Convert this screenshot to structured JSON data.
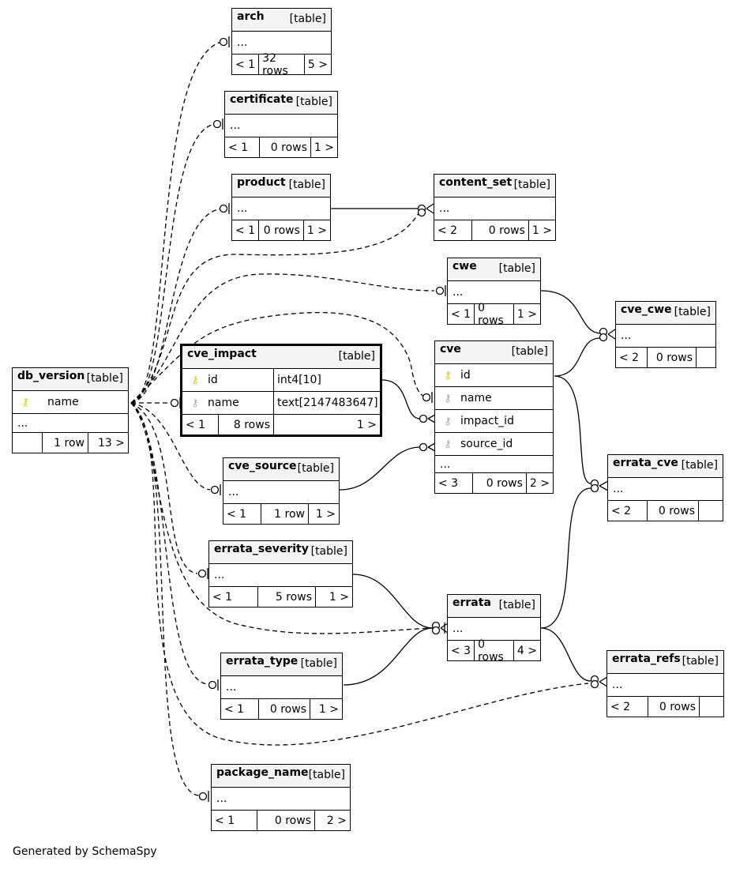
{
  "credit": "Generated by SchemaSpy",
  "tables": {
    "arch": {
      "name": "arch",
      "kind": "[table]",
      "ellipsis": "...",
      "left": "< 1",
      "rows": "32 rows",
      "right": "5 >"
    },
    "certificate": {
      "name": "certificate",
      "kind": "[table]",
      "ellipsis": "...",
      "left": "< 1",
      "rows": "0 rows",
      "right": "1 >"
    },
    "product": {
      "name": "product",
      "kind": "[table]",
      "ellipsis": "...",
      "left": "< 1",
      "rows": "0 rows",
      "right": "1 >"
    },
    "content_set": {
      "name": "content_set",
      "kind": "[table]",
      "ellipsis": "...",
      "left": "< 2",
      "rows": "0 rows",
      "right": "1 >"
    },
    "cwe": {
      "name": "cwe",
      "kind": "[table]",
      "ellipsis": "...",
      "left": "< 1",
      "rows": "0 rows",
      "right": "1 >"
    },
    "cve_cwe": {
      "name": "cve_cwe",
      "kind": "[table]",
      "ellipsis": "...",
      "left": "< 2",
      "rows": "0 rows",
      "right": ""
    },
    "cve_impact": {
      "name": "cve_impact",
      "kind": "[table]",
      "columns": [
        {
          "name": "id",
          "type": "int4[10]",
          "key": "pk"
        },
        {
          "name": "name",
          "type": "text[2147483647]",
          "key": "fk"
        }
      ],
      "left": "< 1",
      "rows": "8 rows",
      "right": "1 >"
    },
    "cve": {
      "name": "cve",
      "kind": "[table]",
      "columns": [
        {
          "name": "id",
          "key": "pk"
        },
        {
          "name": "name",
          "key": "fk"
        },
        {
          "name": "impact_id",
          "key": "fk"
        },
        {
          "name": "source_id",
          "key": "fk"
        }
      ],
      "ellipsis": "...",
      "left": "< 3",
      "rows": "0 rows",
      "right": "2 >"
    },
    "db_version": {
      "name": "db_version",
      "kind": "[table]",
      "columns": [
        {
          "name": "name",
          "key": "pk"
        }
      ],
      "ellipsis": "...",
      "left": "",
      "rows": "1 row",
      "right": "13 >"
    },
    "cve_source": {
      "name": "cve_source",
      "kind": "[table]",
      "ellipsis": "...",
      "left": "< 1",
      "rows": "1 row",
      "right": "1 >"
    },
    "errata_cve": {
      "name": "errata_cve",
      "kind": "[table]",
      "ellipsis": "...",
      "left": "< 2",
      "rows": "0 rows",
      "right": ""
    },
    "errata_severity": {
      "name": "errata_severity",
      "kind": "[table]",
      "ellipsis": "...",
      "left": "< 1",
      "rows": "5 rows",
      "right": "1 >"
    },
    "errata": {
      "name": "errata",
      "kind": "[table]",
      "ellipsis": "...",
      "left": "< 3",
      "rows": "0 rows",
      "right": "4 >"
    },
    "errata_type": {
      "name": "errata_type",
      "kind": "[table]",
      "ellipsis": "...",
      "left": "< 1",
      "rows": "0 rows",
      "right": "1 >"
    },
    "errata_refs": {
      "name": "errata_refs",
      "kind": "[table]",
      "ellipsis": "...",
      "left": "< 2",
      "rows": "0 rows",
      "right": ""
    },
    "package_name": {
      "name": "package_name",
      "kind": "[table]",
      "ellipsis": "...",
      "left": "< 1",
      "rows": "0 rows",
      "right": "2 >"
    }
  }
}
